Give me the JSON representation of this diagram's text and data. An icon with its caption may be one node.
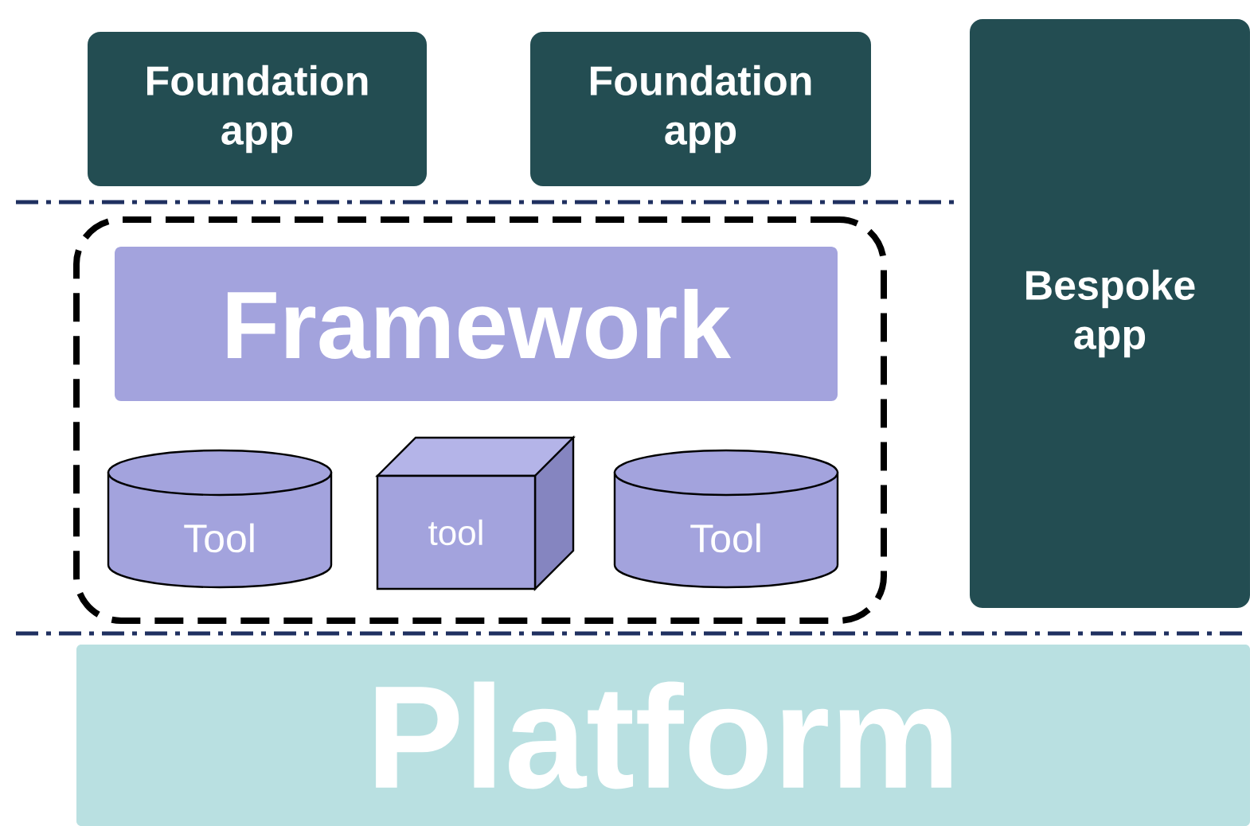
{
  "diagram": {
    "nodes": [
      {
        "text": [
          "Foundation app"
        ]
      },
      {
        "text": [
          "Foundation app"
        ]
      },
      {
        "text": [
          "Bespoke app"
        ]
      },
      {
        "text": [],
        "shape": "box"
      },
      {
        "text": [
          "Framework"
        ],
        "in": 3
      },
      {
        "text": [
          "Tool"
        ],
        "in": 3
      },
      {
        "text": [
          "tool"
        ],
        "in": 3
      },
      {
        "text": [
          "Tool"
        ],
        "in": 3
      },
      {
        "text": [
          "Platform"
        ]
      }
    ]
  }
}
